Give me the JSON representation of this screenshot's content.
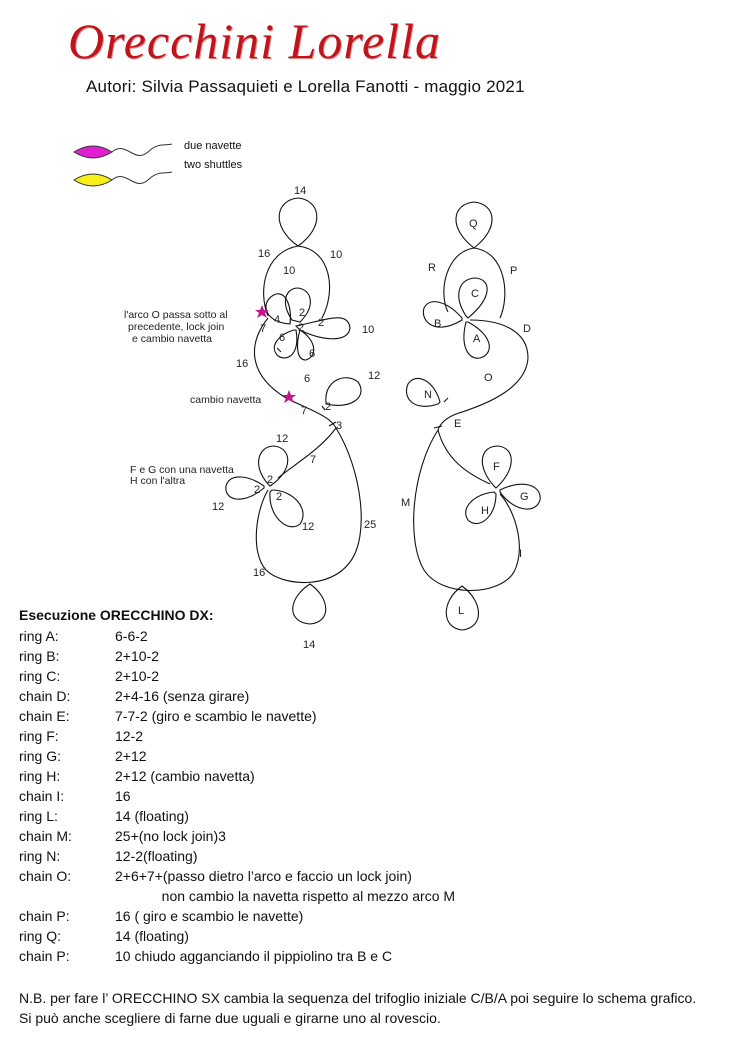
{
  "header": {
    "title": "Orecchini Lorella",
    "authors": "Autori: Silvia Passaquieti e Lorella Fanotti - maggio 2021"
  },
  "legend": {
    "line1": "due navette",
    "line2": "two shuttles",
    "shuttle_color_1": "#e020d0",
    "shuttle_color_2": "#f4f018"
  },
  "diagram": {
    "left_counts": {
      "q_top": "14",
      "p_16": "16",
      "p_10": "10",
      "p_inner10": "10",
      "b_2": "2",
      "b_4": "4",
      "b_7": "7",
      "c_2a": "2",
      "c_2b": "2",
      "c_6a": "6",
      "c_6b": "6",
      "right10": "10",
      "d_16": "16",
      "e_6": "6",
      "n_12": "12",
      "n_2": "2",
      "n_7": "7",
      "e_3": "3",
      "f_12": "12",
      "e_7": "7",
      "g_2": "2",
      "g_2b": "2",
      "h_2": "2",
      "h_12": "12",
      "h_12b": "12",
      "m_25": "25",
      "i_16": "16",
      "l_14": "14"
    },
    "right_letters": {
      "Q": "Q",
      "R": "R",
      "P": "P",
      "C": "C",
      "B": "B",
      "A": "A",
      "D": "D",
      "O": "O",
      "N": "N",
      "E": "E",
      "F": "F",
      "G": "G",
      "H": "H",
      "M": "M",
      "I": "I",
      "L": "L"
    },
    "notes": {
      "arc_note_1": "l'arco O passa sotto al",
      "arc_note_2": "precedente, lock join",
      "arc_note_3": "e cambio navetta",
      "change_note": "cambio navetta",
      "fg_note_1": "F e G con una navetta",
      "fg_note_2": "H con l'altra"
    },
    "star_color": "#c0168c"
  },
  "instructions": {
    "title": "Esecuzione ORECCHINO DX:",
    "rows": [
      {
        "label": "ring A:",
        "value": "6-6-2"
      },
      {
        "label": "ring B:",
        "value": "2+10-2"
      },
      {
        "label": "ring C:",
        "value": "2+10-2"
      },
      {
        "label": "chain D:",
        "value": "2+4-16 (senza girare)"
      },
      {
        "label": "chain E:",
        "value": "7-7-2 (giro e scambio le navette)"
      },
      {
        "label": "ring F:",
        "value": "12-2"
      },
      {
        "label": "ring G:",
        "value": "2+12"
      },
      {
        "label": "ring H:",
        "value": "2+12 (cambio navetta)"
      },
      {
        "label": "chain I:",
        "value": "16"
      },
      {
        "label": "ring L:",
        "value": "14 (floating)"
      },
      {
        "label": "chain M:",
        "value": "25+(no lock join)3"
      },
      {
        "label": "ring N:",
        "value": "12-2(floating)"
      },
      {
        "label": "chain O:",
        "value": "2+6+7+(passo dietro l’arco e faccio un lock join)"
      },
      {
        "label": "",
        "value": "            non cambio la navetta rispetto al mezzo arco M"
      },
      {
        "label": "chain P:",
        "value": "16 ( giro e scambio le navette)"
      },
      {
        "label": "ring Q:",
        "value": "14 (floating)"
      },
      {
        "label": "chain P:",
        "value": "10 chiudo agganciando il pippiolino tra B e C"
      }
    ]
  },
  "footnote": {
    "line1": "N.B. per fare l’ ORECCHINO SX cambia la sequenza del trifoglio iniziale C/B/A poi seguire lo schema grafico.",
    "line2": "Si può anche scegliere di farne due uguali e girarne uno al rovescio."
  }
}
